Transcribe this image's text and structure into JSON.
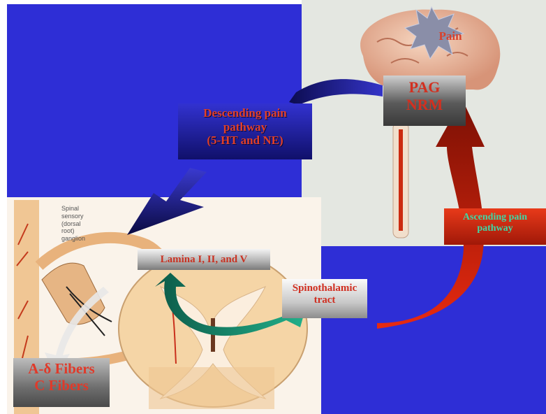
{
  "colors": {
    "background_blue": "#2e2ed6",
    "label_red": "#d9412b",
    "arrow_navy": "#16168a",
    "arrow_red": "#d8200c",
    "arrow_teal": "#168a6a"
  },
  "labels": {
    "pain": "Pain",
    "pag_nrm": [
      "PAG",
      "NRM"
    ],
    "descending": [
      "Descending pain",
      "pathway",
      "(5-HT and NE)"
    ],
    "ascending": [
      "Ascending pain",
      "pathway"
    ],
    "lamina": "Lamina I, II, and V",
    "spinothalamic": [
      "Spinothalamic",
      "tract"
    ],
    "fibers": [
      "A-δ Fibers",
      "C Fibers"
    ],
    "ganglion": [
      "Spinal",
      "sensory",
      "(dorsal",
      "root)",
      "ganglion"
    ]
  }
}
